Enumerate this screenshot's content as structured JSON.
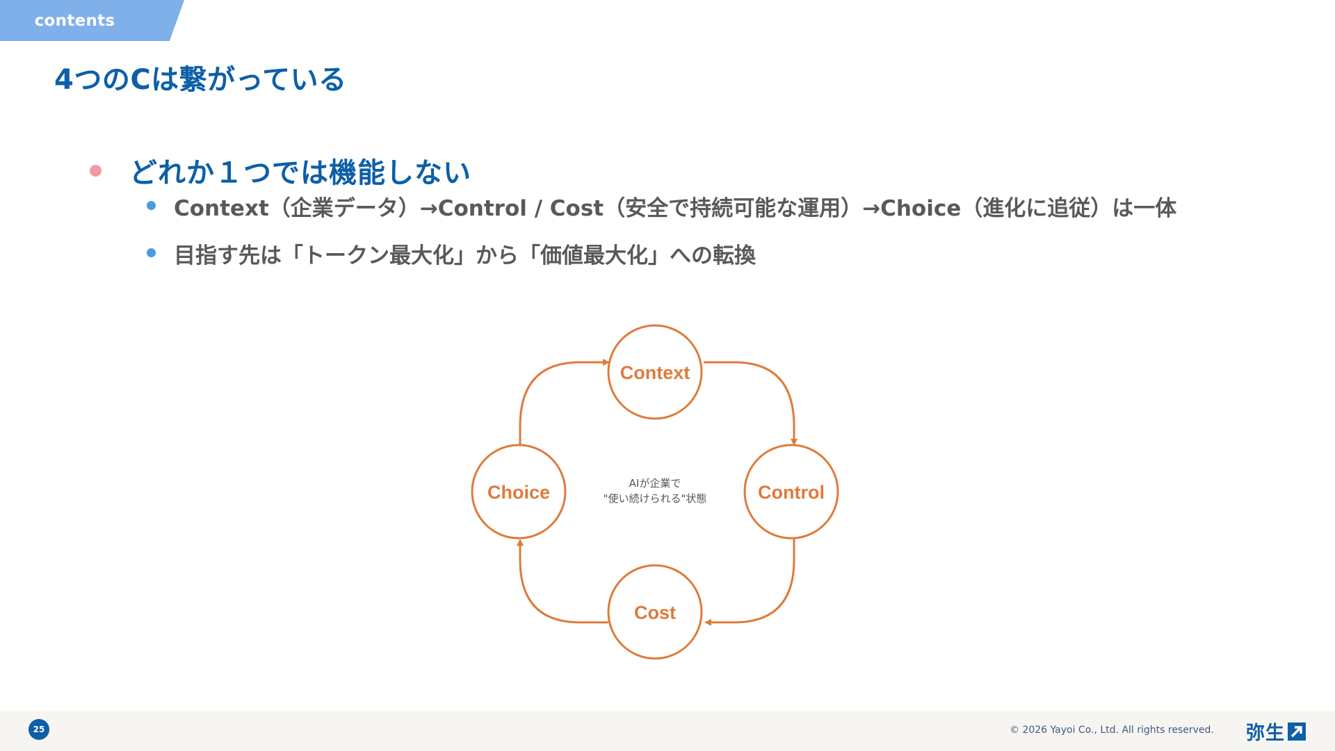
{
  "header": {
    "tab_label": "contents",
    "title": "4つのCは繋がっている"
  },
  "bullets": {
    "main": "どれか１つでは機能しない",
    "sub": [
      "Context（企業データ）→Control / Cost（安全で持続可能な運用）→Choice（進化に追従）は一体",
      "目指す先は「トークン最大化」から「価値最大化」への転換"
    ]
  },
  "diagram": {
    "nodes": {
      "top": "Context",
      "right": "Control",
      "bottom": "Cost",
      "left": "Choice"
    },
    "center_line1": "AIが企業で",
    "center_line2": "\"使い続けられる\"状態",
    "color": "#de7b3a"
  },
  "footer": {
    "page_number": "25",
    "copyright": "© 2026 Yayoi Co., Ltd.  All rights reserved.",
    "logo_text": "弥生"
  },
  "colors": {
    "title_blue": "#0d5fa8",
    "tab_blue": "#7fb0ea",
    "bullet_pink": "#f29aa3",
    "bullet_blue": "#4a9be4",
    "diagram_orange": "#de7b3a"
  }
}
